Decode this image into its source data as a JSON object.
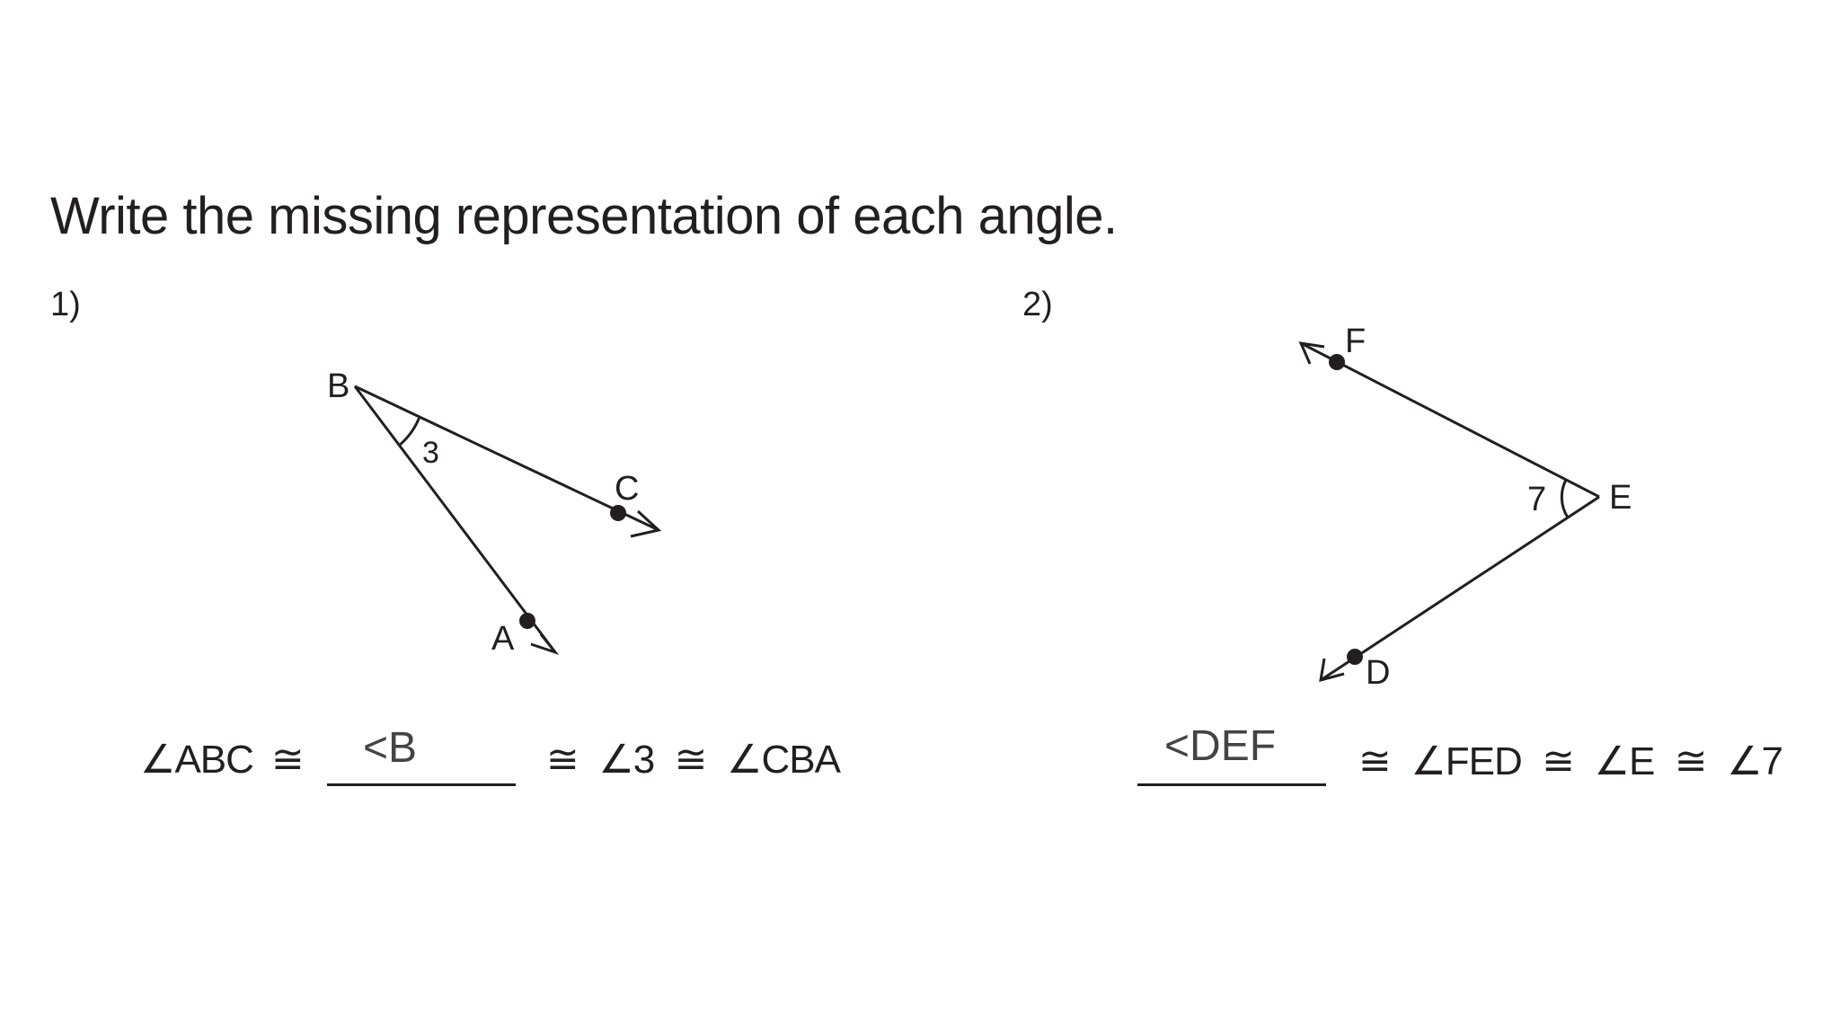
{
  "instructions": "Write the missing representation of each angle.",
  "problems": [
    {
      "number": "1)",
      "points": {
        "vertex": "B",
        "p1": "C",
        "p2": "A"
      },
      "angle_number": "3",
      "equation": {
        "first": "∠ABC",
        "cong1": "≅",
        "answer": "<B",
        "rest": "≅  ∠3  ≅  ∠CBA"
      }
    },
    {
      "number": "2)",
      "points": {
        "vertex": "E",
        "p1": "F",
        "p2": "D"
      },
      "angle_number": "7",
      "equation": {
        "answer": "<DEF",
        "rest": "≅  ∠FED  ≅  ∠E  ≅  ∠7"
      }
    }
  ],
  "colors": {
    "ink": "#231f20",
    "answer_ink": "#444444"
  }
}
